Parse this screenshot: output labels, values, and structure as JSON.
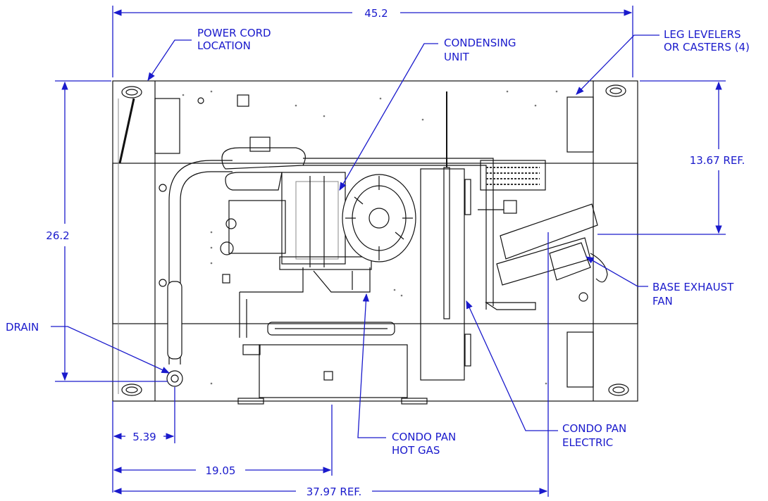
{
  "dimensions": {
    "overall_width": "45.2",
    "overall_depth": "26.2",
    "leveler_depth": "13.67 REF.",
    "drain_offset": "5.39",
    "hot_gas_offset": "19.05",
    "leveler_spacing": "37.97 REF."
  },
  "callouts": {
    "power_cord": [
      "POWER CORD",
      "LOCATION"
    ],
    "condensing_unit": [
      "CONDENSING",
      "UNIT"
    ],
    "leg_levelers": [
      "LEG LEVELERS",
      "OR CASTERS (4)"
    ],
    "base_exhaust_fan": [
      "BASE EXHAUST",
      "FAN"
    ],
    "drain": [
      "DRAIN"
    ],
    "condo_pan_hot_gas": [
      "CONDO PAN",
      "HOT GAS"
    ],
    "condo_pan_electric": [
      "CONDO PAN",
      "ELECTRIC"
    ]
  },
  "colors": {
    "dimension": "#1a1acc",
    "outline": "#111111"
  }
}
